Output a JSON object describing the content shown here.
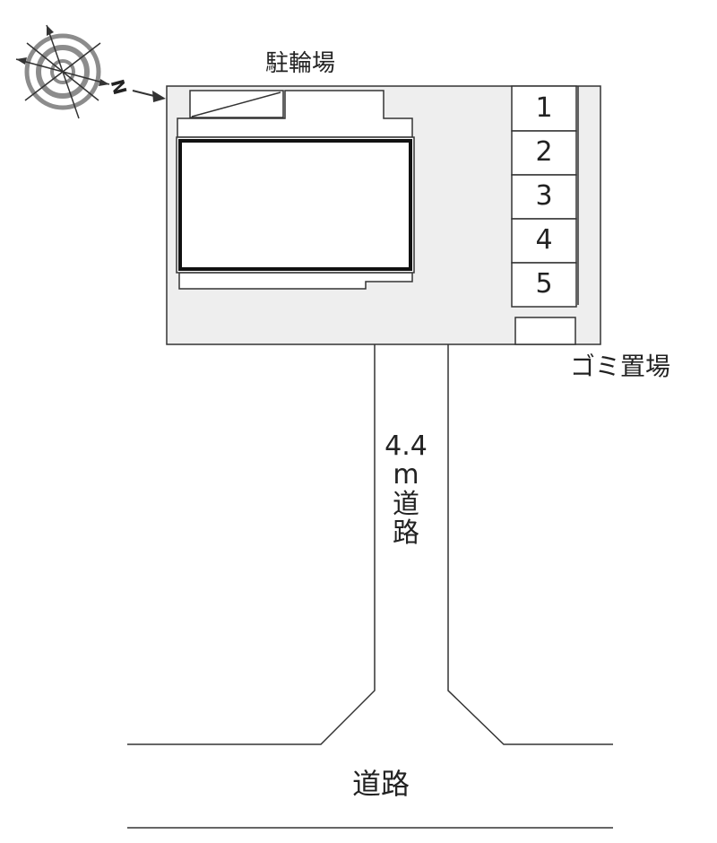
{
  "map": {
    "labels": {
      "bicycle_parking": "駐輪場",
      "garbage_area": "ゴミ置場",
      "access_road_width": "4.4",
      "access_road_unit": "m",
      "access_road_name_1": "道",
      "access_road_name_2": "路",
      "main_road": "道路",
      "north_marker": "N"
    },
    "parking_slots": [
      "1",
      "2",
      "3",
      "4",
      "5"
    ],
    "colors": {
      "lot_fill": "#eeeeee",
      "line": "#333333",
      "building_fill": "#ffffff",
      "compass_ring": "#8c8c8c"
    },
    "icons": {
      "compass": "compass-rose-icon",
      "north_arrow": "north-arrow-icon"
    }
  }
}
